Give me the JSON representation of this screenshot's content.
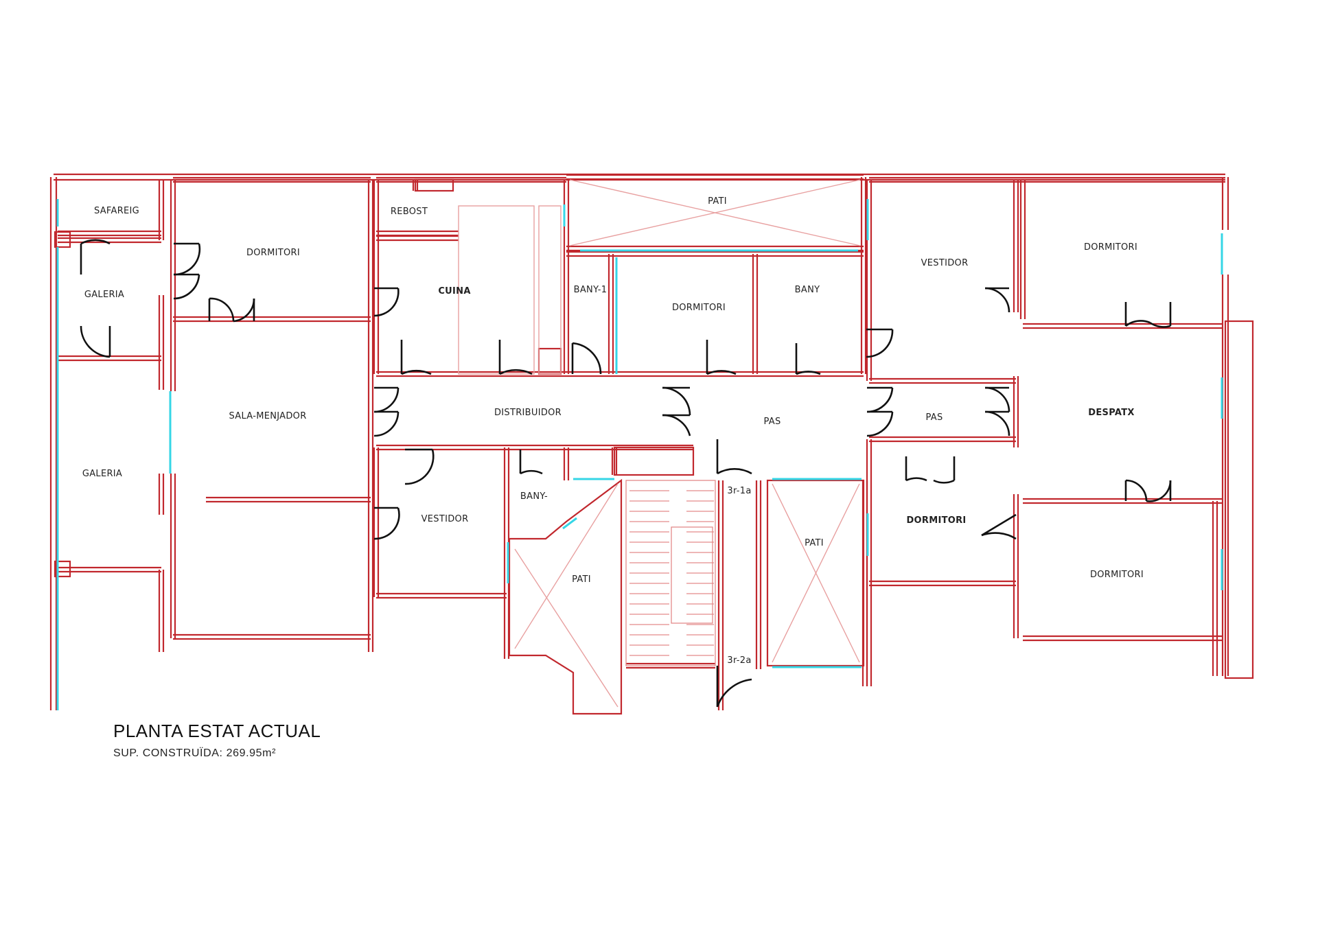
{
  "drawing": {
    "title": "PLANTA ESTAT ACTUAL",
    "subtitle": "SUP. CONSTRUÏDA: 269.95m²",
    "colors": {
      "wall": "#c1272d",
      "glass": "#35d6e6",
      "door": "#111111",
      "hatch": "#e8a0a0"
    }
  },
  "rooms": {
    "safareig": "SAFAREIG",
    "galeria_top": "GALERIA",
    "galeria_bottom": "GALERIA",
    "dormitori_1": "DORMITORI",
    "sala_menjador": "SALA-MENJADOR",
    "rebost": "REBOST",
    "cuina": "CUINA",
    "distribuidor": "DISTRIBUIDOR",
    "vestidor_left": "VESTIDOR",
    "bany_small": "BANY-",
    "pati_left": "PATI",
    "pati_top": "PATI",
    "bany_1": "BANY-1",
    "dormitori_2": "DORMITORI",
    "bany": "BANY",
    "pas_center": "PAS",
    "landing_1": "3r-1a",
    "landing_2": "3r-2a",
    "pati_right": "PATI",
    "vestidor_right": "VESTIDOR",
    "pas_right": "PAS",
    "dormitori_3": "DORMITORI",
    "dormitori_4": "DORMITORI",
    "despatx": "DESPATX",
    "dormitori_5": "DORMITORI"
  }
}
